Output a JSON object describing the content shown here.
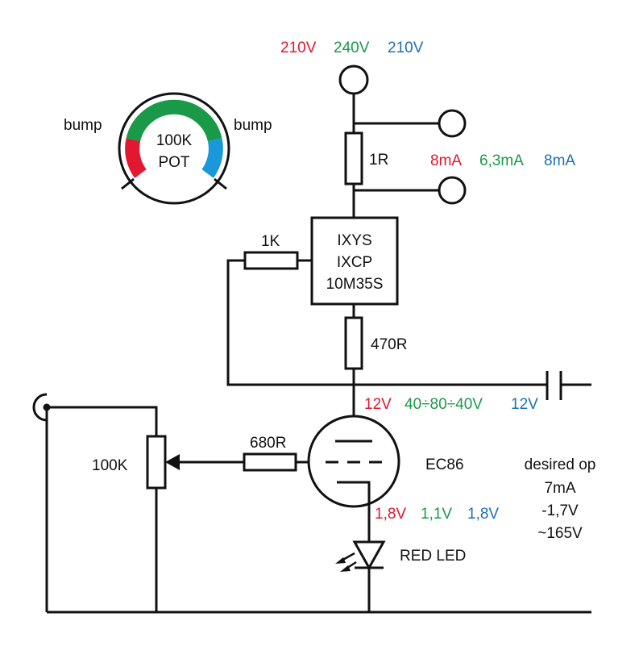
{
  "colors": {
    "red": "#e3172f",
    "green": "#1a9a49",
    "blue": "#1f6fb5",
    "pot_cyan": "#1b98d9",
    "wire": "#111111"
  },
  "supply": {
    "v_red": "210V",
    "v_green": "240V",
    "v_blue": "210V"
  },
  "sense_resistor": {
    "label": "1R"
  },
  "currents": {
    "red": "8mA",
    "green": "6,3mA",
    "blue": "8mA"
  },
  "ccs_chip": {
    "line1": "IXYS",
    "line2": "IXCP",
    "line3": "10M35S"
  },
  "gate_resistor": {
    "label": "1K"
  },
  "cathode_resistor_470": {
    "label": "470R"
  },
  "plate_voltages": {
    "red": "12V",
    "green": "40÷80÷40V",
    "blue": "12V"
  },
  "grid_stopper": {
    "label": "680R"
  },
  "volume_pot": {
    "label": "100K"
  },
  "tube": {
    "label": "EC86"
  },
  "cathode_voltages": {
    "red": "1,8V",
    "green": "1,1V",
    "blue": "1,8V"
  },
  "led": {
    "label": "RED LED"
  },
  "desired_op": {
    "title": "desired op",
    "current": "7mA",
    "bias": "-1,7V",
    "voltage": "~165V"
  },
  "pot_legend": {
    "line1": "100K",
    "line2": "POT",
    "left": "bump",
    "right": "bump"
  }
}
